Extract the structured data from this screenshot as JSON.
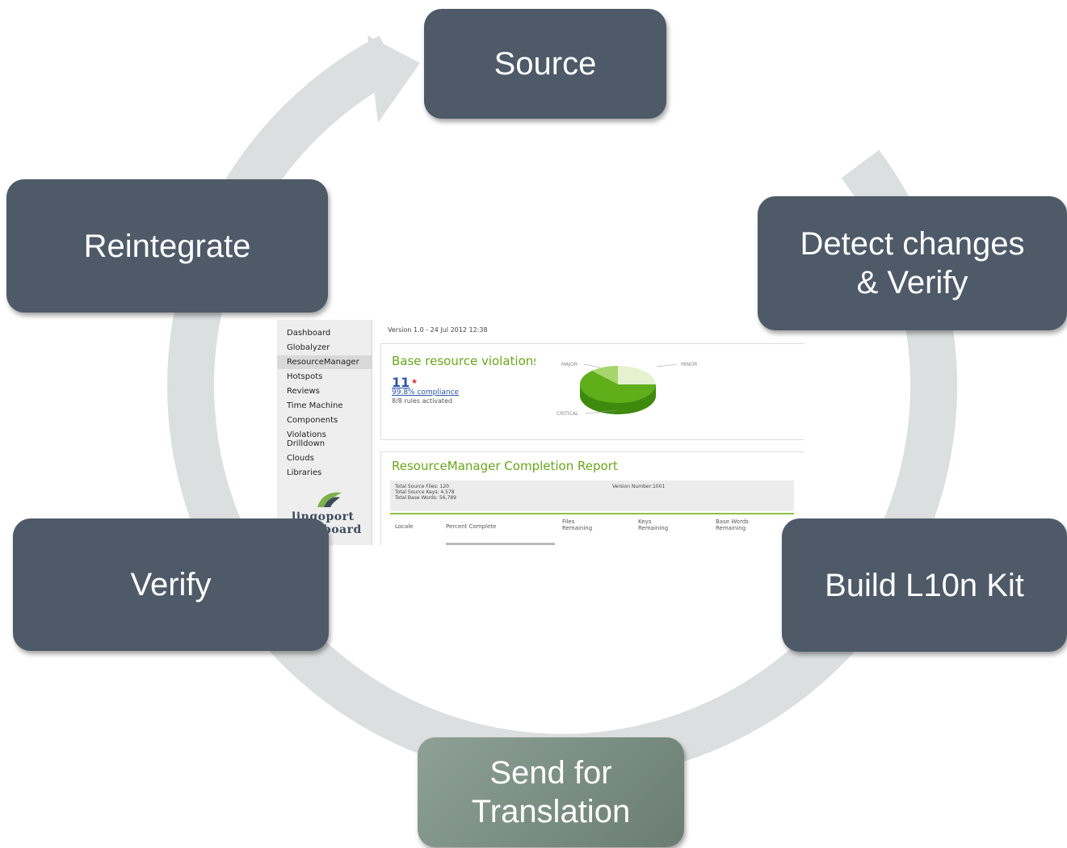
{
  "diagram": {
    "steps": [
      {
        "id": "source",
        "lines": [
          "Source"
        ]
      },
      {
        "id": "detect",
        "lines": [
          "Detect changes",
          "& Verify"
        ]
      },
      {
        "id": "build",
        "lines": [
          "Build L10n Kit"
        ]
      },
      {
        "id": "send",
        "lines": [
          "Send for",
          "Translation"
        ],
        "highlighted": true
      },
      {
        "id": "verify",
        "lines": [
          "Verify"
        ]
      },
      {
        "id": "reintegrate",
        "lines": [
          "Reintegrate"
        ]
      }
    ],
    "colors": {
      "node": "#4e5a68",
      "node_highlight": "#7f9188",
      "ring": "#dcdfdf",
      "text": "#ffffff"
    }
  },
  "dashboard": {
    "nav": [
      "Dashboard",
      "Globalyzer",
      "ResourceManager",
      "Hotspots",
      "Reviews",
      "Time Machine",
      "Components",
      "Violations Drilldown",
      "Clouds",
      "Libraries"
    ],
    "selected_nav": "ResourceManager",
    "logo_text": "lingoport dashboard",
    "version": "Version 1.0 - 24 Jul 2012 12:38",
    "violations": {
      "title": "Base resource violations",
      "count": "11",
      "compliance": "99.8% compliance",
      "rules": "8/8 rules activated",
      "pie_labels": {
        "major": "MAJOR",
        "minor": "MINOR",
        "critical": "CRITICAL"
      }
    },
    "completion": {
      "title": "ResourceManager Completion Report",
      "stats": [
        "Total Source Files: 120",
        "Total Source Keys: 4,578",
        "Total Base Words: 56,789"
      ],
      "version_number": "Version Number:1001",
      "columns": [
        "Locale",
        "Percent Complete",
        "Files Remaining",
        "Keys Remaining",
        "Base Words Remaining"
      ]
    }
  }
}
